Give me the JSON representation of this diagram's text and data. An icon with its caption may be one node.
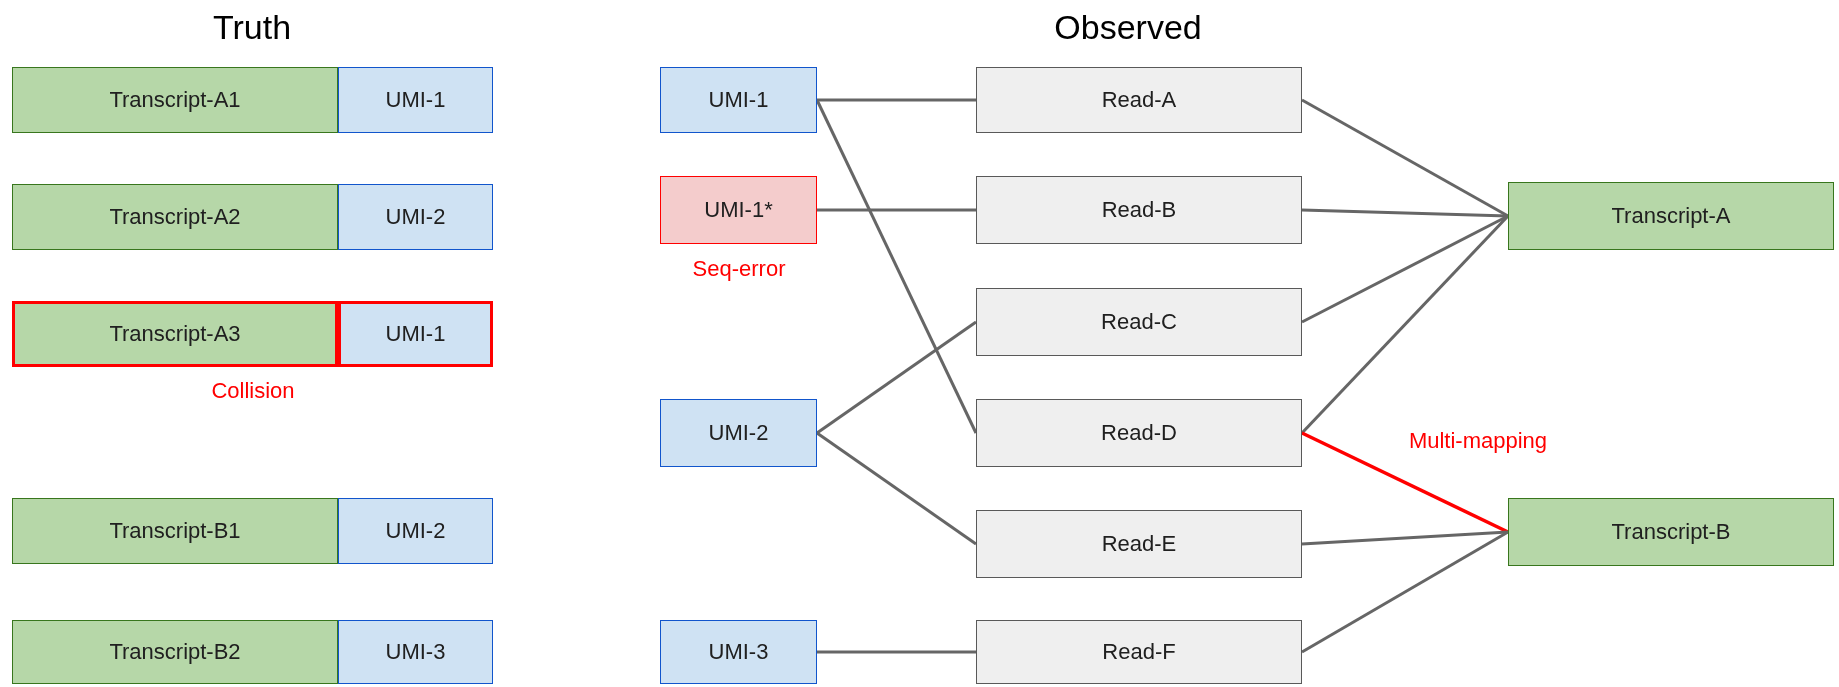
{
  "diagram": {
    "nodes": [
      {
        "text": [
          "Transcript-A1"
        ]
      },
      {
        "text": [
          "UMI-1"
        ]
      },
      {
        "text": [
          "Transcript-A2"
        ]
      },
      {
        "text": [
          "UMI-2"
        ]
      },
      {
        "text": [
          "Transcript-A3"
        ],
        "beside": [
          "Collision"
        ]
      },
      {
        "text": [
          "UMI-1"
        ]
      },
      {
        "text": [
          "Transcript-B1"
        ]
      },
      {
        "text": [
          "UMI-2"
        ]
      },
      {
        "text": [
          "Transcript-B2"
        ]
      },
      {
        "text": [
          "UMI-3"
        ]
      },
      {
        "text": [
          "UMI-1"
        ]
      },
      {
        "text": [
          "UMI-1*"
        ],
        "beside": [
          "Seq-error"
        ]
      },
      {
        "text": [
          "UMI-2"
        ]
      },
      {
        "text": [
          "UMI-3"
        ]
      },
      {
        "text": [
          "Read-A"
        ]
      },
      {
        "text": [
          "Read-B"
        ]
      },
      {
        "text": [
          "Read-C"
        ]
      },
      {
        "text": [
          "Read-D"
        ]
      },
      {
        "text": [
          "Read-E"
        ]
      },
      {
        "text": [
          "Read-F"
        ]
      },
      {
        "text": [
          "Transcript-A"
        ]
      },
      {
        "text": [
          "Transcript-B"
        ]
      }
    ],
    "edges": [
      {
        "from": 10,
        "to": 14,
        "arrow": "none"
      },
      {
        "from": 10,
        "to": 17,
        "arrow": "none"
      },
      {
        "from": 11,
        "to": 15,
        "arrow": "none"
      },
      {
        "from": 12,
        "to": 16,
        "arrow": "none"
      },
      {
        "from": 12,
        "to": 18,
        "arrow": "none"
      },
      {
        "from": 13,
        "to": 19,
        "arrow": "none"
      },
      {
        "from": 14,
        "to": 20,
        "arrow": "none"
      },
      {
        "from": 15,
        "to": 20,
        "arrow": "none"
      },
      {
        "from": 16,
        "to": 20,
        "arrow": "none"
      },
      {
        "from": 17,
        "to": 20,
        "arrow": "none"
      },
      {
        "from": 17,
        "to": 21,
        "arrow": "none",
        "label": "Multi-mapping",
        "color": "#ff0000"
      },
      {
        "from": 18,
        "to": 21,
        "arrow": "none"
      },
      {
        "from": 19,
        "to": 21,
        "arrow": "none"
      }
    ],
    "labels": [
      "Truth",
      "Observed"
    ]
  }
}
